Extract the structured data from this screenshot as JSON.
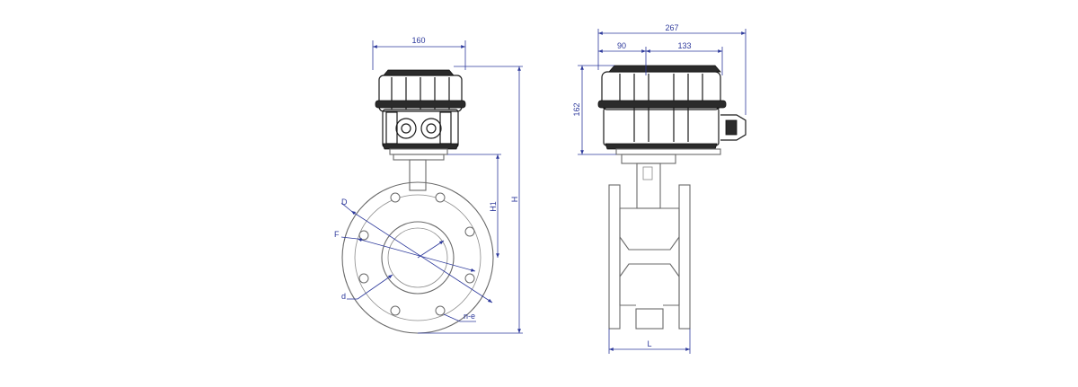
{
  "labels": {
    "front_width": "160",
    "overall_height": "H",
    "center_height": "H1",
    "flange_od": "D",
    "bolt_circle": "F",
    "bore": "d",
    "bolt_holes": "n-e",
    "total_width": "267",
    "left_width": "90",
    "right_width": "133",
    "actuator_height": "162",
    "face_length": "L"
  },
  "colors": {
    "dimension": "#2e3a9c",
    "outline": "#6a6a6a",
    "actuator": "#2b2b2b"
  }
}
